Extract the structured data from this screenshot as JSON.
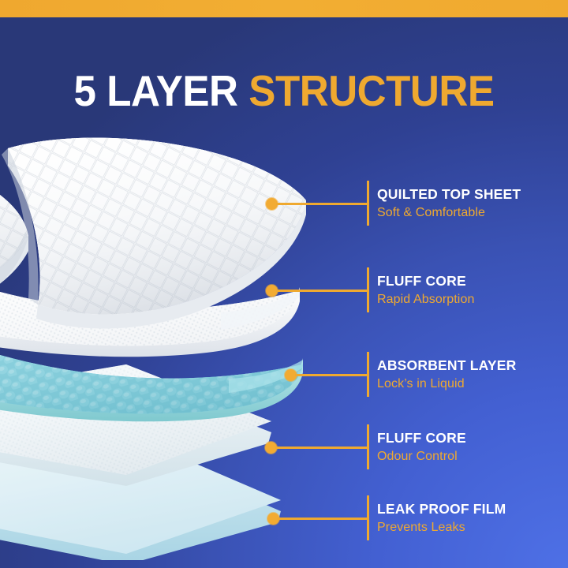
{
  "page": {
    "title_part1": "5 LAYER ",
    "title_part2": "STRUCTURE",
    "title_full": "5 LAYER STRUCTURE"
  },
  "colors": {
    "accent_orange": "#EFA930",
    "background_blue_dark": "#293878",
    "background_blue_light": "#4E70E6",
    "title_white": "#FFFFFF",
    "layer_cyan": "#7FD0DE",
    "layer_white": "#FFFFFF",
    "layer_pale_blue": "#D4EBF2"
  },
  "layers": [
    {
      "index": 1,
      "name": "QUILTED TOP SHEET",
      "benefit": "Soft & Comfortable",
      "material": "white-quilted-diamond-texture"
    },
    {
      "index": 2,
      "name": "FLUFF CORE",
      "benefit": "Rapid Absorption",
      "material": "white-fluff-sheet"
    },
    {
      "index": 3,
      "name": "ABSORBENT LAYER",
      "benefit": "Lock’s in Liquid",
      "material": "cyan-bubble-texture"
    },
    {
      "index": 4,
      "name": "FLUFF CORE",
      "benefit": "Odour Control",
      "material": "white-flat-sheet"
    },
    {
      "index": 5,
      "name": "LEAK PROOF FILM",
      "benefit": "Prevents Leaks",
      "material": "pale-blue-translucent-film"
    }
  ]
}
